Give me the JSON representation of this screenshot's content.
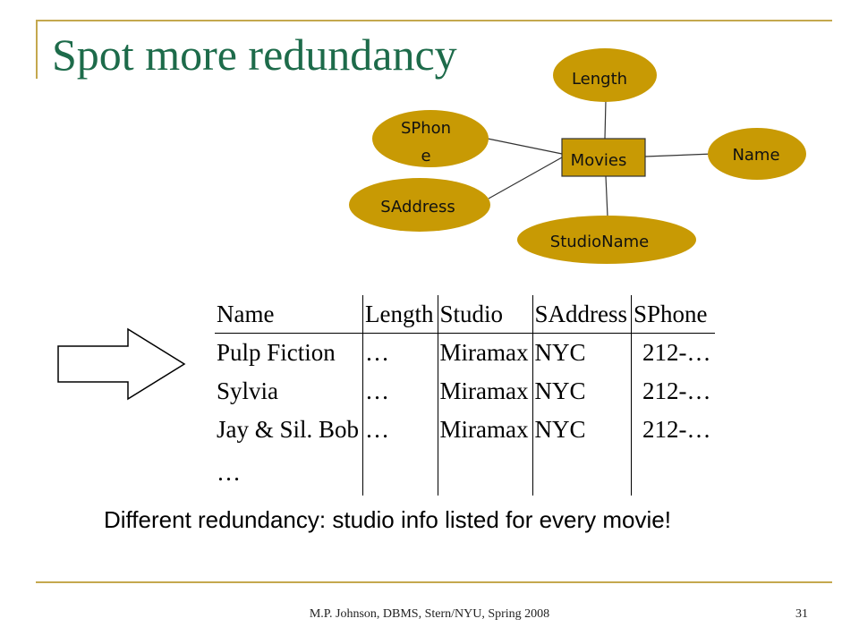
{
  "slide": {
    "title": "Spot more redundancy",
    "caption": "Different redundancy: studio info listed for every movie!",
    "footer": "M.P. Johnson, DBMS, Stern/NYU, Spring 2008",
    "page_number": "31"
  },
  "er_diagram": {
    "entity": "Movies",
    "attributes": {
      "length": "Length",
      "sphone_line1": "SPhon",
      "sphone_line2": "e",
      "name": "Name",
      "saddress": "SAddress",
      "studioname": "StudioName"
    }
  },
  "table": {
    "headers": [
      "Name",
      "Length",
      "Studio",
      "SAddress",
      "SPhone"
    ],
    "rows": [
      [
        "Pulp Fiction",
        "…",
        "Miramax",
        "NYC",
        "212-…"
      ],
      [
        "Sylvia",
        "…",
        "Miramax",
        "NYC",
        "212-…"
      ],
      [
        "Jay & Sil. Bob",
        "…",
        "Miramax",
        "NYC",
        "212-…"
      ]
    ],
    "continuation": "…"
  },
  "colors": {
    "title": "#1d6b4a",
    "frame": "#c4a84e",
    "attribute_fill": "#c89a04"
  },
  "icons": {
    "arrow": "right-arrow-icon"
  }
}
